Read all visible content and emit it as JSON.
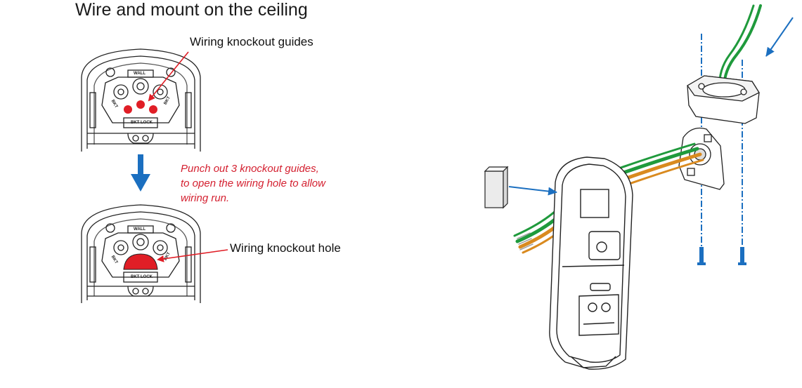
{
  "title": "Wire and mount on the ceiling",
  "labels": {
    "knockout_guides": "Wiring knockout guides",
    "knockout_hole": "Wiring knockout hole"
  },
  "note": {
    "lines": [
      "Punch out 3 knockout guides,",
      "to open the wiring hole to allow",
      "wiring run."
    ]
  },
  "plate_markings": {
    "wall": "WALL",
    "bkt": "BKT",
    "bkt_lock": "BKT LOCK"
  },
  "colors": {
    "red": "#e01e26",
    "blue_arrow": "#1b6fc0",
    "wire_green": "#1f9a3c",
    "wire_orange": "#d98a1f"
  }
}
